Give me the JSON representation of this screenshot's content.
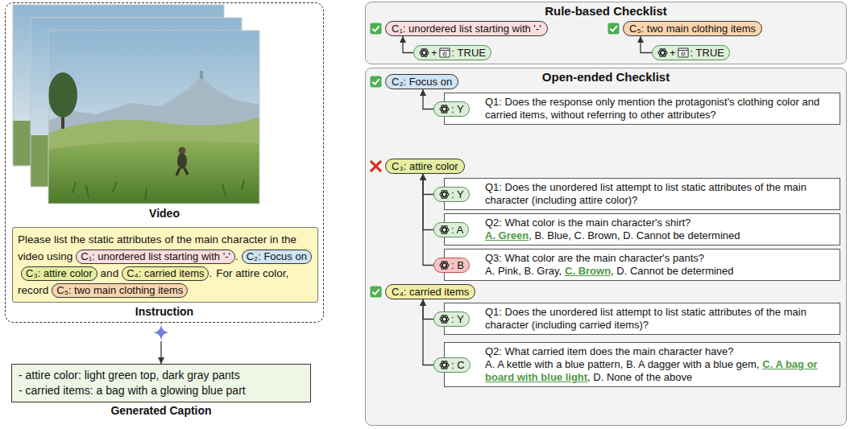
{
  "diagram": {
    "nodes": [
      {
        "text": [
          "Video",
          "Instruction"
        ]
      },
      {
        "text": [
          "Please list the static attributes of the main character in the video using",
          ".",
          "and",
          ".",
          "For attire color, record"
        ],
        "in": 0
      },
      {
        "text": [
          "C₁: unordered list starting with '-'"
        ],
        "in": 1
      },
      {
        "text": [
          "C₂: Focus on"
        ],
        "in": 1
      },
      {
        "text": [
          "C₃: attire color"
        ],
        "in": 1
      },
      {
        "text": [
          "C₄: carried items"
        ],
        "in": 1
      },
      {
        "text": [
          "C₅: two main clothing items"
        ],
        "in": 1
      },
      {
        "text": [
          "- attire color: light green top, dark gray pants",
          "- carried items: a bag with a glowing blue part",
          "Generated Caption"
        ]
      },
      {
        "text": [
          "Rule-based Checklist"
        ]
      },
      {
        "text": [
          "C₁: unordered list starting with '-'"
        ],
        "in": 8
      },
      {
        "text": [
          "+",
          ": TRUE"
        ],
        "in": 8
      },
      {
        "text": [
          "C₅: two main clothing items"
        ],
        "in": 8
      },
      {
        "text": [
          "+",
          ": TRUE"
        ],
        "in": 8
      },
      {
        "text": [
          "Open-ended Checklist"
        ]
      },
      {
        "text": [
          "C₂: Focus on"
        ],
        "in": 13
      },
      {
        "text": [
          "Q1: Does the response only mention the protagonist's clothing color and carried items, without referring to other attributes?"
        ],
        "in": 13
      },
      {
        "text": [
          ": Y"
        ],
        "in": 15
      },
      {
        "text": [
          "C₃: attire color"
        ],
        "in": 13
      },
      {
        "text": [
          "Q1: Does the unordered list attempt to list static attributes of the main character (including attire color)?"
        ],
        "in": 13
      },
      {
        "text": [
          ": Y"
        ],
        "in": 18
      },
      {
        "text": [
          "Q2: What color is the main character's shirt?",
          "A. Green",
          ", B. Blue, C. Brown, D. Cannot be determined"
        ],
        "in": 13
      },
      {
        "text": [
          ": A"
        ],
        "in": 20
      },
      {
        "text": [
          "Q3: What color are the main character's pants?",
          "A. Pink, B. Gray,",
          "C. Brown",
          ", D. Cannot be determined"
        ],
        "in": 13
      },
      {
        "text": [
          ": B"
        ],
        "in": 22
      },
      {
        "text": [
          "C₄: carried items"
        ],
        "in": 13
      },
      {
        "text": [
          "Q1: Does the unordered list attempt to list static attributes of the main character (including carried items)?"
        ],
        "in": 13
      },
      {
        "text": [
          ": Y"
        ],
        "in": 25
      },
      {
        "text": [
          "Q2: What carried item does the main character have?",
          "A. A kettle with a blue pattern, B. A dagger with a blue gem,",
          "C. A bag or board with blue light",
          ", D. None of the above"
        ],
        "in": 13
      },
      {
        "text": [
          ": C"
        ],
        "in": 27
      }
    ],
    "edges": [
      {
        "from": 0,
        "to": 7,
        "arrow": "to"
      },
      {
        "from": 10,
        "to": 9,
        "arrow": "to"
      },
      {
        "from": 12,
        "to": 11,
        "arrow": "to"
      },
      {
        "from": 16,
        "to": 14,
        "arrow": "to"
      },
      {
        "from": 19,
        "to": 17,
        "arrow": "to"
      },
      {
        "from": 21,
        "to": 17,
        "arrow": "to"
      },
      {
        "from": 23,
        "to": 17,
        "arrow": "to"
      },
      {
        "from": 26,
        "to": 24,
        "arrow": "to"
      },
      {
        "from": 28,
        "to": 24,
        "arrow": "to"
      }
    ]
  }
}
